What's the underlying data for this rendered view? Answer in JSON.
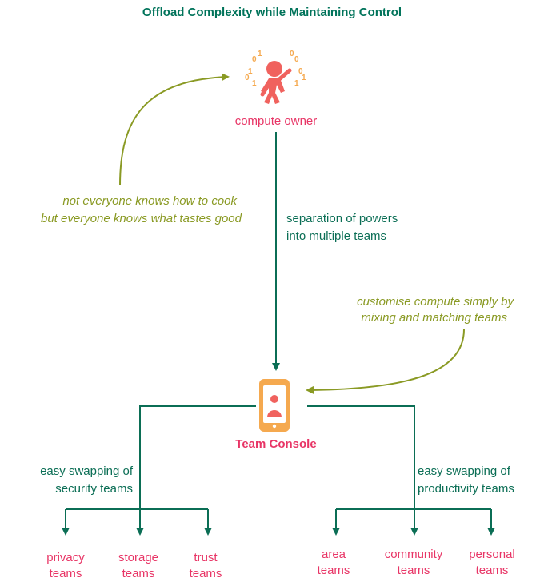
{
  "title": "Offload Complexity while Maintaining Control",
  "nodes": {
    "owner": {
      "label": "compute owner",
      "icon": "person-with-binary-icon",
      "binary_digits": [
        "0",
        "1",
        "1",
        "0",
        "0",
        "1",
        "1",
        "0",
        "0",
        "1"
      ]
    },
    "console": {
      "label": "Team Console",
      "icon": "phone-icon"
    },
    "security_teams": [
      {
        "line1": "privacy",
        "line2": "teams"
      },
      {
        "line1": "storage",
        "line2": "teams"
      },
      {
        "line1": "trust",
        "line2": "teams"
      }
    ],
    "productivity_teams": [
      {
        "line1": "area",
        "line2": "teams"
      },
      {
        "line1": "community",
        "line2": "teams"
      },
      {
        "line1": "personal",
        "line2": "teams"
      }
    ]
  },
  "edge_labels": {
    "separation_line1": "separation of powers",
    "separation_line2": "into multiple teams",
    "security_line1": "easy swapping of",
    "security_line2": "security teams",
    "productivity_line1": "easy swapping of",
    "productivity_line2": "productivity teams"
  },
  "notes": {
    "cook_line1": "not everyone knows how to cook",
    "cook_line2": "but everyone knows what tastes good",
    "mix_line1": "customise compute simply by",
    "mix_line2": "mixing and matching teams"
  },
  "colors": {
    "green": "#0b6e55",
    "red": "#e83566",
    "olive": "#8a9a24",
    "orange": "#f5a94f",
    "coral": "#f0625e"
  }
}
